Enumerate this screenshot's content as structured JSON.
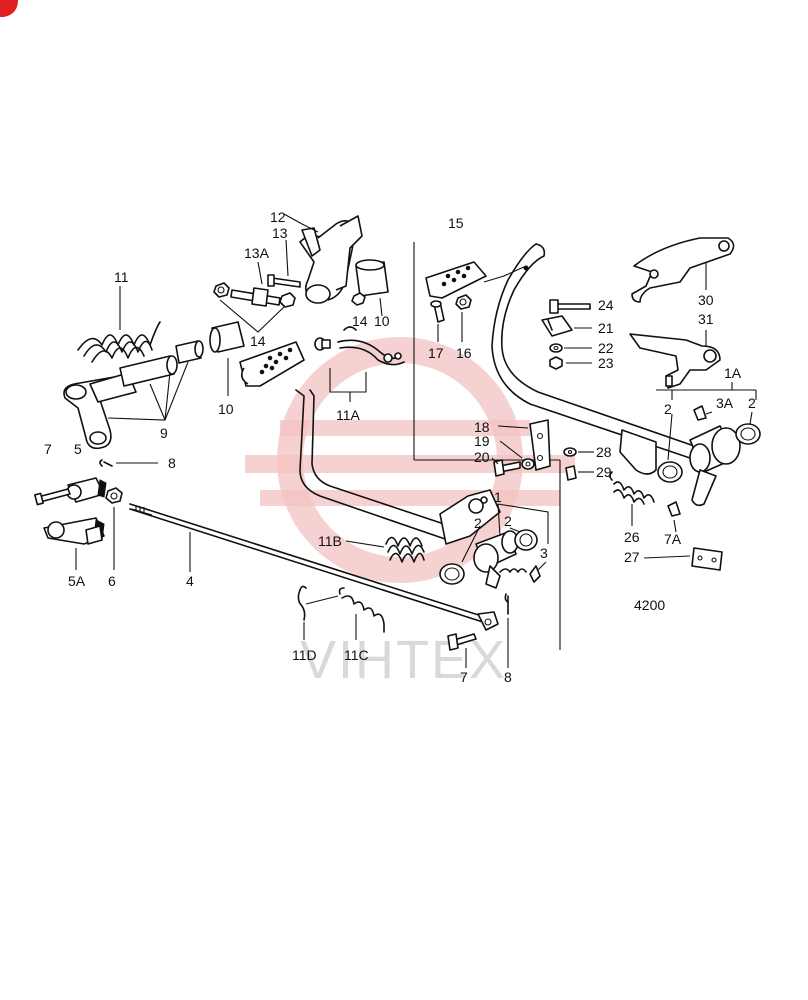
{
  "diagram": {
    "code": "4200",
    "watermark_text": "VIHTEX",
    "labels": [
      "1",
      "1A",
      "2",
      "2",
      "2",
      "2",
      "3",
      "3A",
      "4",
      "5",
      "5A",
      "6",
      "7",
      "7",
      "7A",
      "8",
      "8",
      "9",
      "10",
      "10",
      "11",
      "11A",
      "11B",
      "11C",
      "11D",
      "12",
      "13",
      "13A",
      "14",
      "14",
      "15",
      "16",
      "17",
      "18",
      "19",
      "20",
      "21",
      "22",
      "23",
      "24",
      "26",
      "27",
      "28",
      "29",
      "30",
      "31"
    ]
  },
  "colors": {
    "watermark": "#f3c1c1",
    "corner_mark": "#e02020",
    "line": "#111111"
  }
}
